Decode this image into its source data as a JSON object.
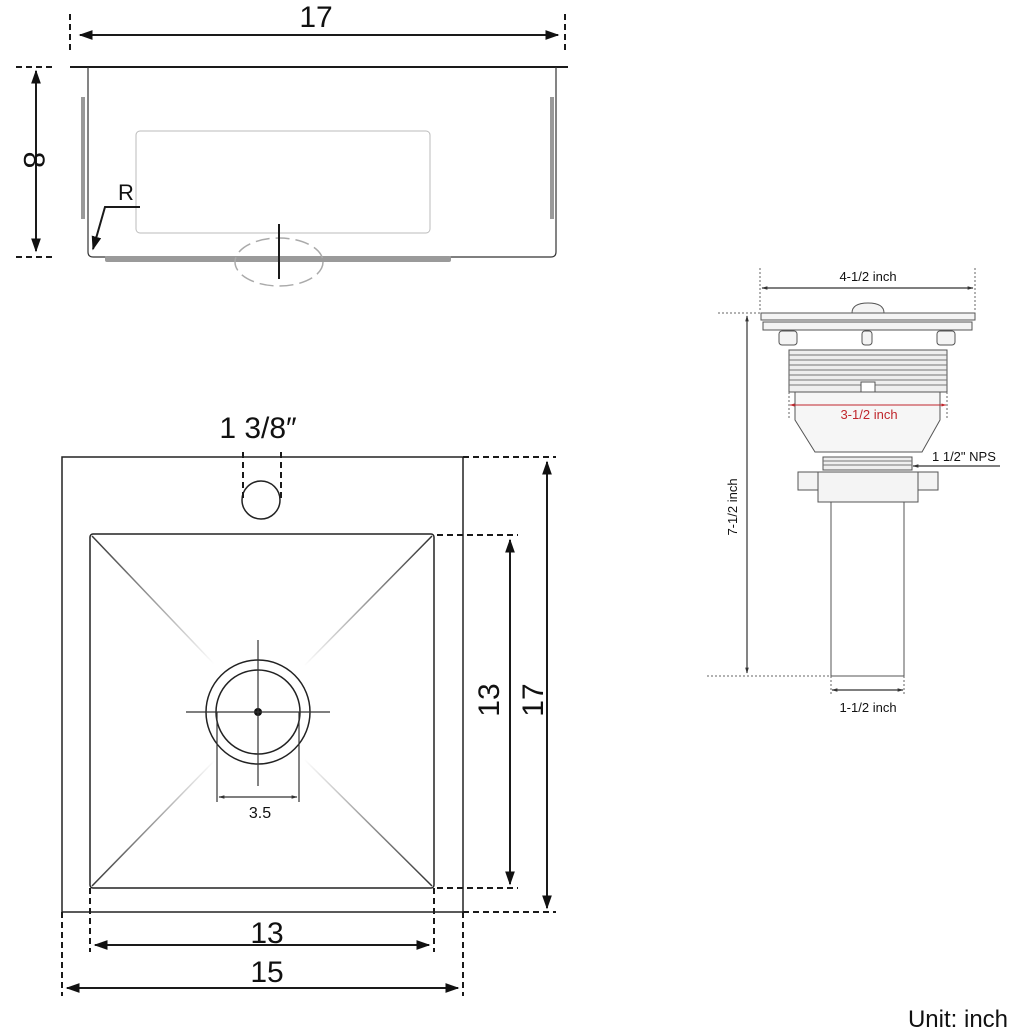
{
  "front_view": {
    "width_label": "17",
    "height_label": "8",
    "radius_label": "R"
  },
  "top_view": {
    "faucet_hole_label": "1 3/8″",
    "drain_label": "3.5",
    "inner_height_label": "13",
    "outer_height_label": "17",
    "inner_width_label": "13",
    "outer_width_label": "15"
  },
  "strainer": {
    "flange_width_label": "4-1/2 inch",
    "body_width_label": "3-1/2 inch",
    "thread_label": "1 1/2\" NPS",
    "height_label": "7-1/2 inch",
    "tailpiece_label": "1-1/2 inch",
    "accent_color": "#c0272d"
  },
  "unit_label": "Unit: inch"
}
